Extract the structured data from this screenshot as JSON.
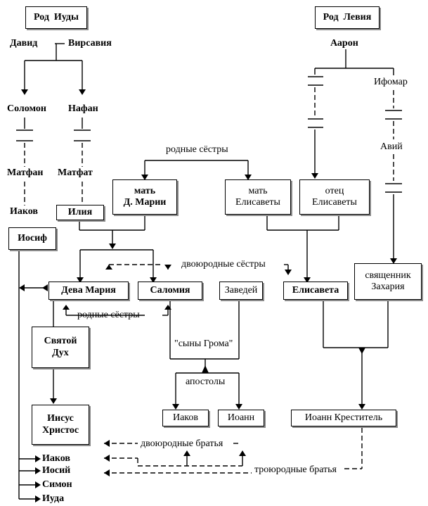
{
  "nodes": {
    "tribe_judah": "Род  Иуды",
    "tribe_levi": "Род  Левия",
    "david": "Давид",
    "bathsheba": "Вирсавия",
    "aaron": "Аарон",
    "solomon": "Соломон",
    "nathan": "Нафан",
    "ithamar": "Ифомар",
    "abijah": "Авий",
    "matthan": "Матфан",
    "matthat": "Матфат",
    "jacob_father": "Иаков",
    "eli": "Илия",
    "joseph": "Иосиф",
    "mary_mother_line1": "мать",
    "mary_mother_line2": "Д. Марии",
    "elizabeth_mother_line1": "мать",
    "elizabeth_mother_line2": "Елисаветы",
    "elizabeth_father_line1": "отец",
    "elizabeth_father_line2": "Елисаветы",
    "virgin_mary": "Дева Мария",
    "salome": "Саломия",
    "zebedee": "Заведей",
    "elizabeth": "Елисавета",
    "zechariah_line1": "священник",
    "zechariah_line2": "Захария",
    "holy_spirit_line1": "Святой",
    "holy_spirit_line2": "Дух",
    "jesus_line1": "Иисус",
    "jesus_line2": "Христос",
    "james": "Иаков",
    "john": "Иоанн",
    "john_baptist": "Иоанн Креститель",
    "brothers": [
      "Иаков",
      "Иосий",
      "Симон",
      "Иуда"
    ]
  },
  "relations": {
    "full_sisters_top": "родные сёстры",
    "cousin_sisters": "двоюродные сёстры",
    "full_sisters_bottom": "родные сёстры",
    "sons_of_thunder": "\"сыны Грома\"",
    "apostles": "апостолы",
    "cousin_brothers": "двоюродные братья",
    "second_cousin_brothers": "троюродные братья"
  }
}
